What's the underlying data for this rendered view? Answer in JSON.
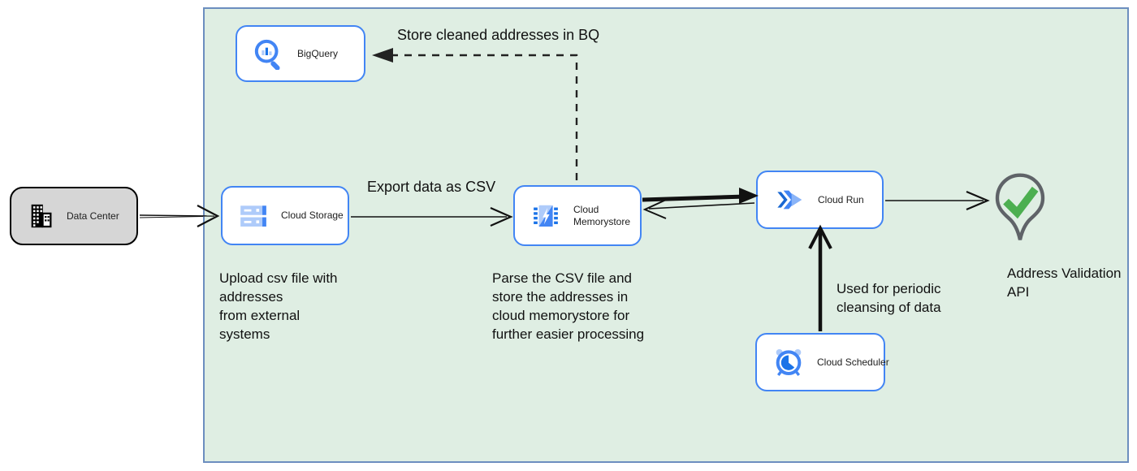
{
  "colors": {
    "container_fill": "#dfeee3",
    "container_border": "#6c8ebf",
    "node_border": "#4285f4",
    "node_fill": "#ffffff",
    "datacenter_fill": "#d6d6d6",
    "accent_blue": "#4285f4",
    "accent_blue_light": "#aecbfa",
    "accent_blue_dark": "#1a73e8",
    "check_green": "#4caf50",
    "pin_outline_gray": "#5f6368",
    "edge_black": "#111111"
  },
  "nodes": [
    {
      "id": "data-center",
      "label": "Data Center",
      "icon": "building-icon"
    },
    {
      "id": "bigquery",
      "label": "BigQuery",
      "icon": "bigquery-magnifier-chart-icon"
    },
    {
      "id": "cloud-storage",
      "label": "Cloud Storage",
      "icon": "storage-disks-icon"
    },
    {
      "id": "cloud-memorystore",
      "label": "Cloud Memorystore",
      "icon": "memorystore-chip-bolt-icon"
    },
    {
      "id": "cloud-run",
      "label": "Cloud Run",
      "icon": "cloud-run-chevrons-icon"
    },
    {
      "id": "cloud-scheduler",
      "label": "Cloud Scheduler",
      "icon": "alarm-clock-icon"
    },
    {
      "id": "address-validation-api",
      "label": "Address Validation API",
      "icon": "location-pin-check-icon"
    }
  ],
  "edge_labels": {
    "store_bq": "Store cleaned addresses in BQ",
    "export_csv": "Export data as CSV",
    "periodic": "Used for periodic\ncleansing of data"
  },
  "annotations": {
    "upload": "Upload csv file with\naddresses\nfrom external\nsystems",
    "parse": "Parse the CSV file and\nstore the addresses in\ncloud  memorystore for\nfurther easier processing"
  }
}
